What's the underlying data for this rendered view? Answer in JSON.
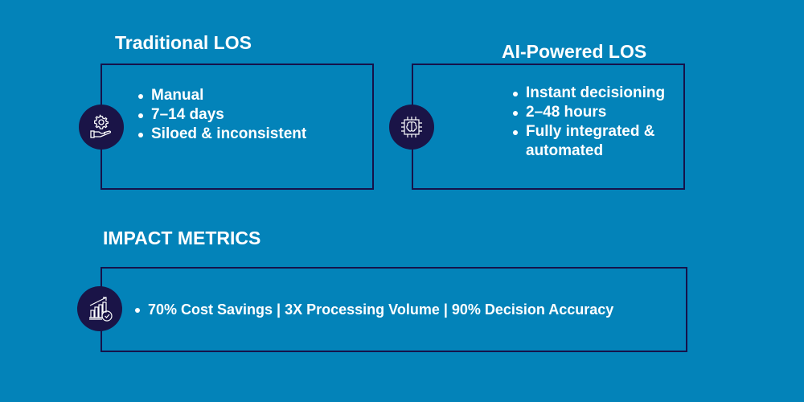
{
  "traditional": {
    "title": "Traditional LOS",
    "icon": "gear-hand-icon",
    "items": [
      "Manual",
      "7–14 days",
      "Siloed & inconsistent"
    ]
  },
  "ai_powered": {
    "title": "AI-Powered LOS",
    "icon": "brain-chip-icon",
    "items": [
      "Instant decisioning",
      "2–48 hours",
      "Fully integrated & automated"
    ]
  },
  "impact": {
    "title": "IMPACT METRICS",
    "icon": "growth-chart-check-icon",
    "items": [
      "70% Cost Savings | 3X Processing Volume | 90% Decision Accuracy"
    ]
  },
  "colors": {
    "background": "#0383b9",
    "box_border": "#16124a",
    "icon_circle": "#1a1447",
    "text": "#ffffff"
  }
}
